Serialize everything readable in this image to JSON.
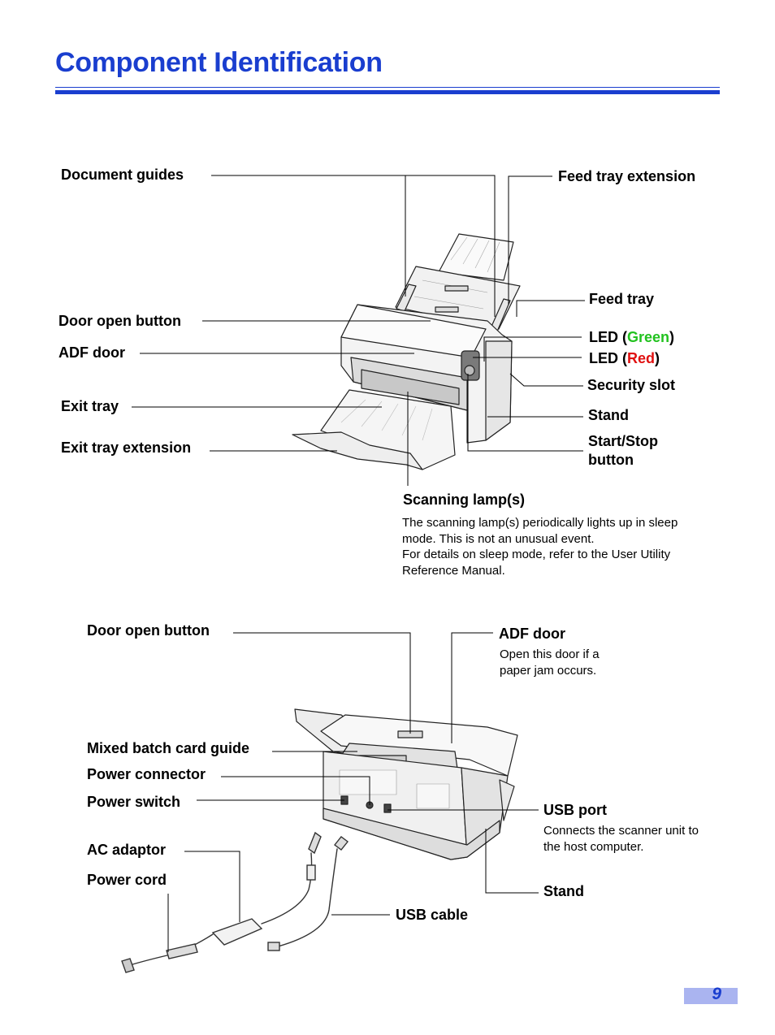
{
  "header": {
    "title": "Component Identification"
  },
  "front_view": {
    "document_guides": "Document guides",
    "feed_tray_extension": "Feed tray extension",
    "feed_tray": "Feed tray",
    "door_open_button": "Door open button",
    "adf_door": "ADF door",
    "led_prefix": "LED (",
    "led_green_word": "Green",
    "led_red_word": "Red",
    "led_suffix": ")",
    "security_slot": "Security slot",
    "exit_tray": "Exit tray",
    "stand": "Stand",
    "exit_tray_extension": "Exit tray extension",
    "start_stop_line1": "Start/Stop",
    "start_stop_line2": "button",
    "scanning_lamps": "Scanning lamp(s)",
    "scanning_note": [
      "The scanning lamp(s) periodically lights up in sleep",
      "mode. This is not an unusual event.",
      "For details on sleep mode, refer to the User Utility",
      "Reference Manual."
    ]
  },
  "rear_view": {
    "door_open_button": "Door open button",
    "adf_door": "ADF door",
    "adf_door_note": [
      "Open this door if a",
      "paper jam occurs."
    ],
    "mixed_batch_card_guide": "Mixed batch card guide",
    "power_connector": "Power connector",
    "power_switch": "Power switch",
    "usb_port": "USB port",
    "usb_port_note": [
      "Connects the scanner unit to",
      "the host computer."
    ],
    "ac_adaptor": "AC adaptor",
    "power_cord": "Power cord",
    "stand": "Stand",
    "usb_cable": "USB cable"
  },
  "footer": {
    "page_number": "9"
  },
  "colors": {
    "title_blue": "#1a3ecf",
    "led_green": "#22c21f",
    "led_red": "#e01010",
    "page_box": "#aab4f0"
  }
}
